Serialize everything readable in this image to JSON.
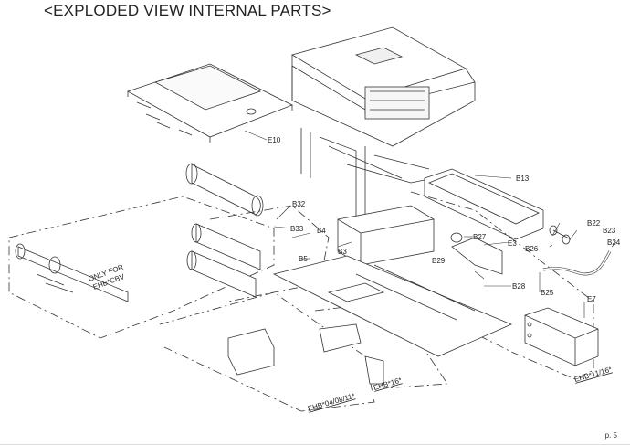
{
  "title": "<EXPLODED VIEW INTERNAL PARTS>",
  "page_label": "p. 5",
  "part_labels": {
    "e10": "E10",
    "b13": "B13",
    "b32": "B32",
    "b33": "B33",
    "b4": "B4",
    "b3": "B3",
    "b5": "B5",
    "b27": "B27",
    "e3": "E3",
    "b29": "B29",
    "b28": "B28",
    "b22": "B22",
    "b23": "B23",
    "b24": "B24",
    "b26": "B26",
    "b25": "B25",
    "e7": "E7"
  },
  "variant_labels": {
    "only_for_line1": "ONLY FOR",
    "only_for_line2": "EHB*CBV",
    "ehb_04_08_11": "EHB*04/08/11*",
    "ehb_16": "EHB*16*",
    "ehb_11_16": "EHB*11/16*"
  }
}
